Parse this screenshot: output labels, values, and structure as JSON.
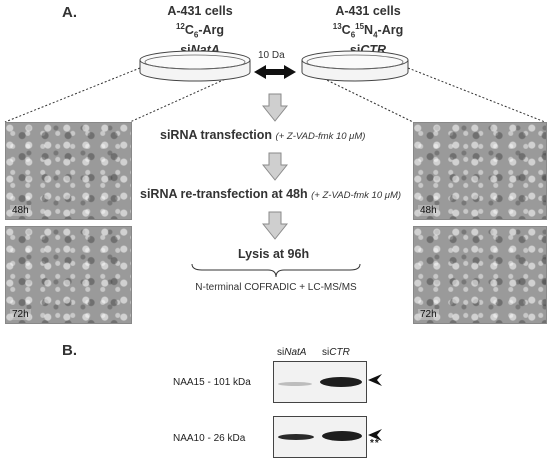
{
  "panel_a": {
    "label": "A.",
    "left_cells": {
      "line1": "A-431 cells",
      "iso_mass": "12",
      "iso_element": "C",
      "iso_count": "6",
      "arg": "-Arg",
      "si_prefix": "si",
      "si_target": "NatA"
    },
    "right_cells": {
      "line1": "A-431 cells",
      "iso_mass1": "13",
      "iso_el1": "C",
      "iso_count1": "6",
      "iso_mass2": "15",
      "iso_el2": "N",
      "iso_count2": "4",
      "arg": "-Arg",
      "si_prefix": "si",
      "si_target": "CTR"
    },
    "mass_diff": "10 Da",
    "steps": [
      {
        "text": "siRNA transfection",
        "condition": "(+ Z-VAD-fmk 10 μM)"
      },
      {
        "text": "siRNA re-transfection at 48h",
        "condition": "(+ Z-VAD-fmk 10 μM)"
      },
      {
        "text": "Lysis at 96h",
        "condition": ""
      }
    ],
    "final_method": "N-terminal COFRADIC + LC-MS/MS",
    "micrographs": {
      "tl": "48h",
      "bl": "72h",
      "tr": "48h",
      "br": "72h"
    }
  },
  "panel_b": {
    "label": "B.",
    "lane_si": "si",
    "lane1_target": "NatA",
    "lane2_target": "CTR",
    "rows": [
      {
        "label": "NAA15 - 101 kDa"
      },
      {
        "label": "NAA10 - 26 kDa"
      }
    ],
    "asterisks": "**"
  },
  "colors": {
    "arrow_fill": "#cfcfcf",
    "arrow_stroke": "#8a8a8a",
    "band": "#1e1e1e"
  }
}
